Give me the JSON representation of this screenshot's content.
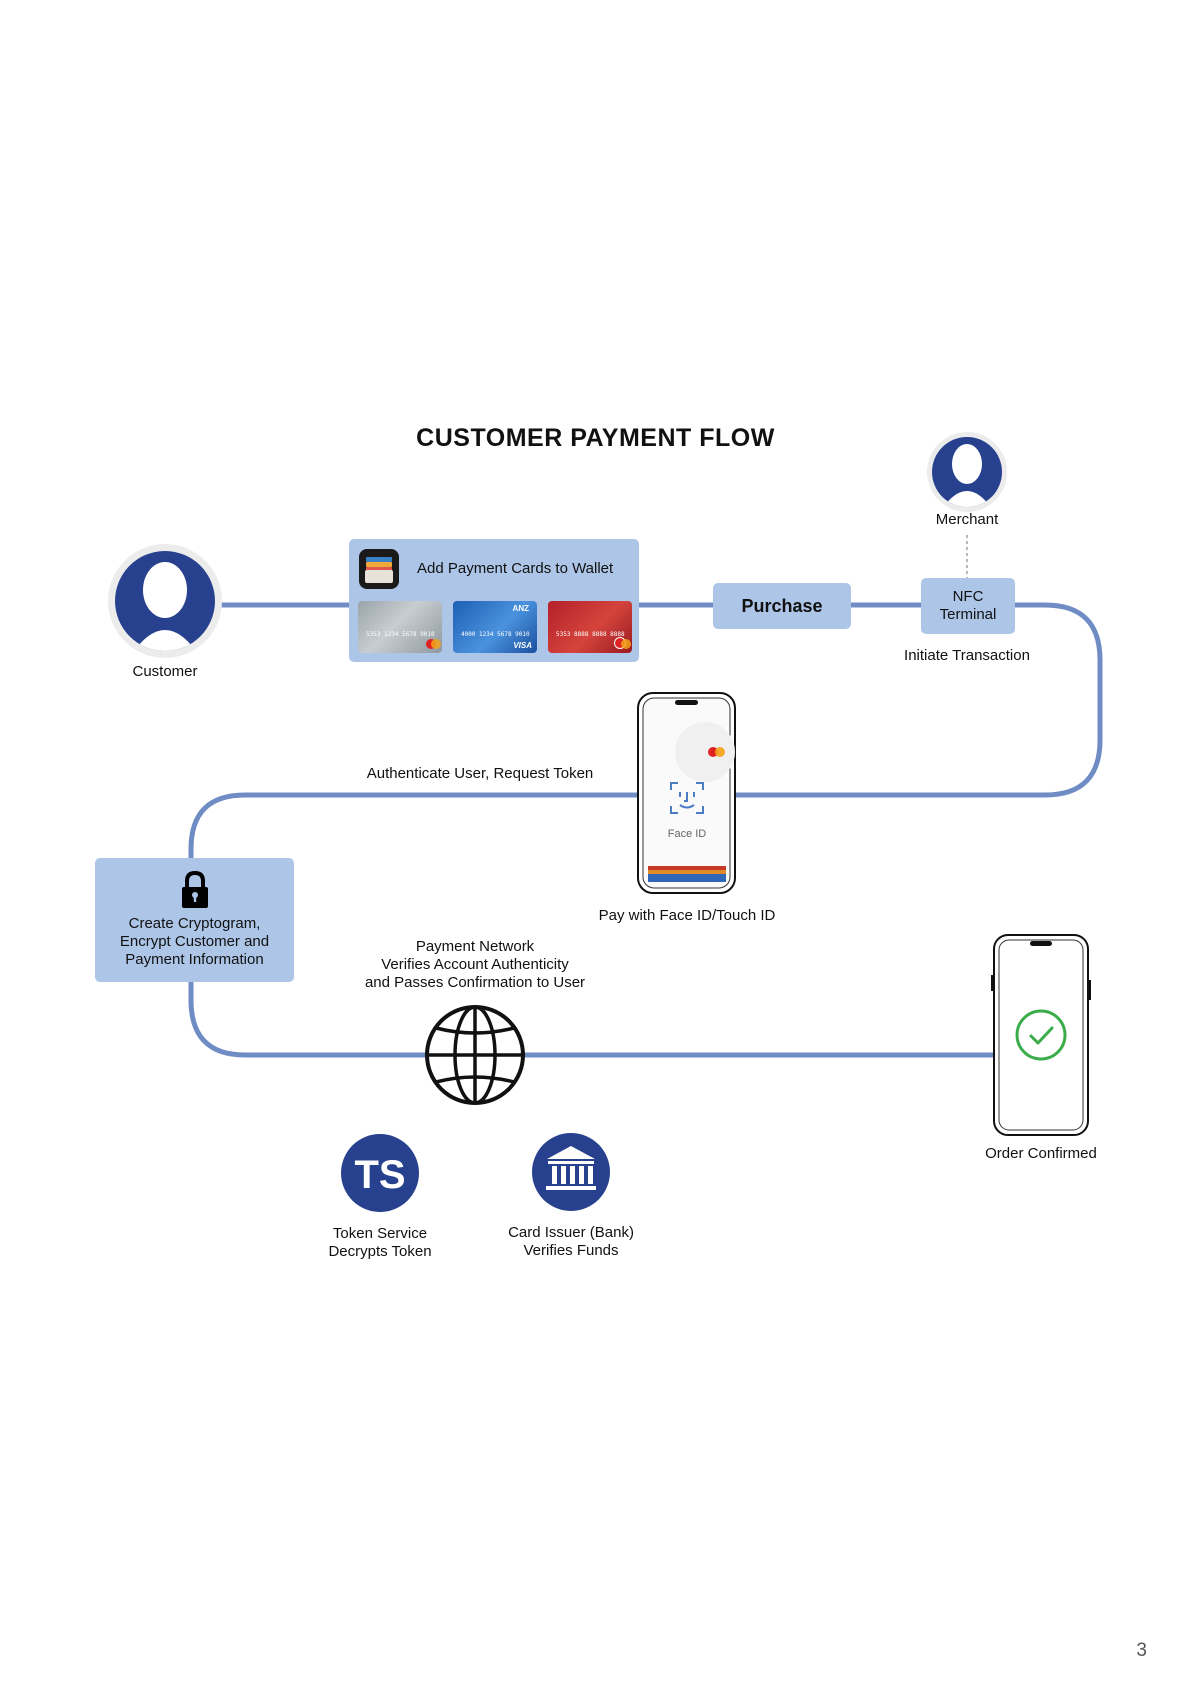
{
  "title": "CUSTOMER PAYMENT FLOW",
  "page_number": "3",
  "customer": {
    "label": "Customer"
  },
  "merchant": {
    "label": "Merchant"
  },
  "wallet": {
    "label": "Add Payment Cards to Wallet"
  },
  "purchase": {
    "label": "Purchase"
  },
  "nfc": {
    "line1": "NFC",
    "line2": "Terminal"
  },
  "initiate": {
    "label": "Initiate Transaction"
  },
  "authenticate": {
    "label": "Authenticate User, Request Token"
  },
  "phone_auth": {
    "face_id_text": "Face ID",
    "label": "Pay with Face ID/Touch ID"
  },
  "crypto": {
    "line1": "Create Cryptogram,",
    "line2": "Encrypt Customer and",
    "line3": "Payment Information"
  },
  "network": {
    "line1": "Payment Network",
    "line2": "Verifies Account Authenticity",
    "line3": "and Passes Confirmation to User"
  },
  "order": {
    "label": "Order Confirmed"
  },
  "token_service": {
    "badge": "TS",
    "line1": "Token Service",
    "line2": "Decrypts Token"
  },
  "card_issuer": {
    "line1": "Card Issuer (Bank)",
    "line2": "Verifies Funds"
  },
  "cards": [
    {
      "brand": "",
      "number": "5353 1234 5678 9010"
    },
    {
      "brand": "ANZ",
      "number": "4000 1234 5678 9010"
    },
    {
      "brand": "",
      "number": "5353 8888 8888 8888"
    }
  ],
  "colors": {
    "flow_line": "#6f8cc4",
    "box_fill": "#adc5e7",
    "person_blue": "#27418f",
    "check_green": "#3aac4a",
    "text": "#111111"
  }
}
